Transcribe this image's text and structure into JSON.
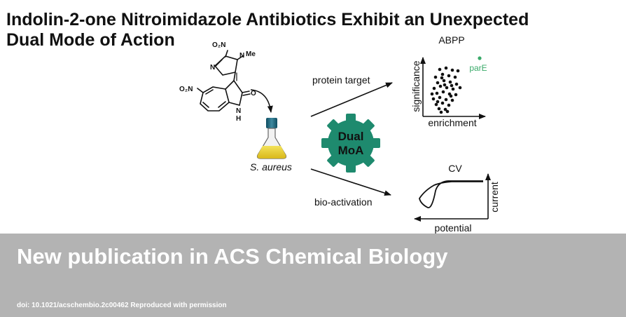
{
  "title": {
    "line1": "Indolin-2-one Nitroimidazole Antibiotics Exhibit an Unexpected",
    "line2": "Dual Mode of Action"
  },
  "molecule": {
    "no2_top": "O₂N",
    "methyl": "Me",
    "n_methyl": "N",
    "n_imine": "N",
    "no2_left": "O₂N",
    "carbonyl_o": "O",
    "nh_n": "N",
    "nh_h": "H"
  },
  "organism": {
    "label": "S. aureus"
  },
  "arrows": {
    "top_label": "protein target",
    "bottom_label": "bio-activation"
  },
  "gear": {
    "line1": "Dual",
    "line2": "MoA",
    "color": "#1e8a6e"
  },
  "abpp": {
    "title": "ABPP",
    "xlabel": "enrichment",
    "ylabel": "significance",
    "highlight_label": "parE",
    "highlight_color": "#3aaa6a"
  },
  "cv": {
    "title": "CV",
    "xlabel": "potential",
    "ylabel": "current"
  },
  "banner": {
    "headline": "New publication in ACS Chemical Biology",
    "doi": "doi: 10.1021/acschembio.2c00462 Reproduced with permission",
    "background": "#b3b3b3"
  }
}
